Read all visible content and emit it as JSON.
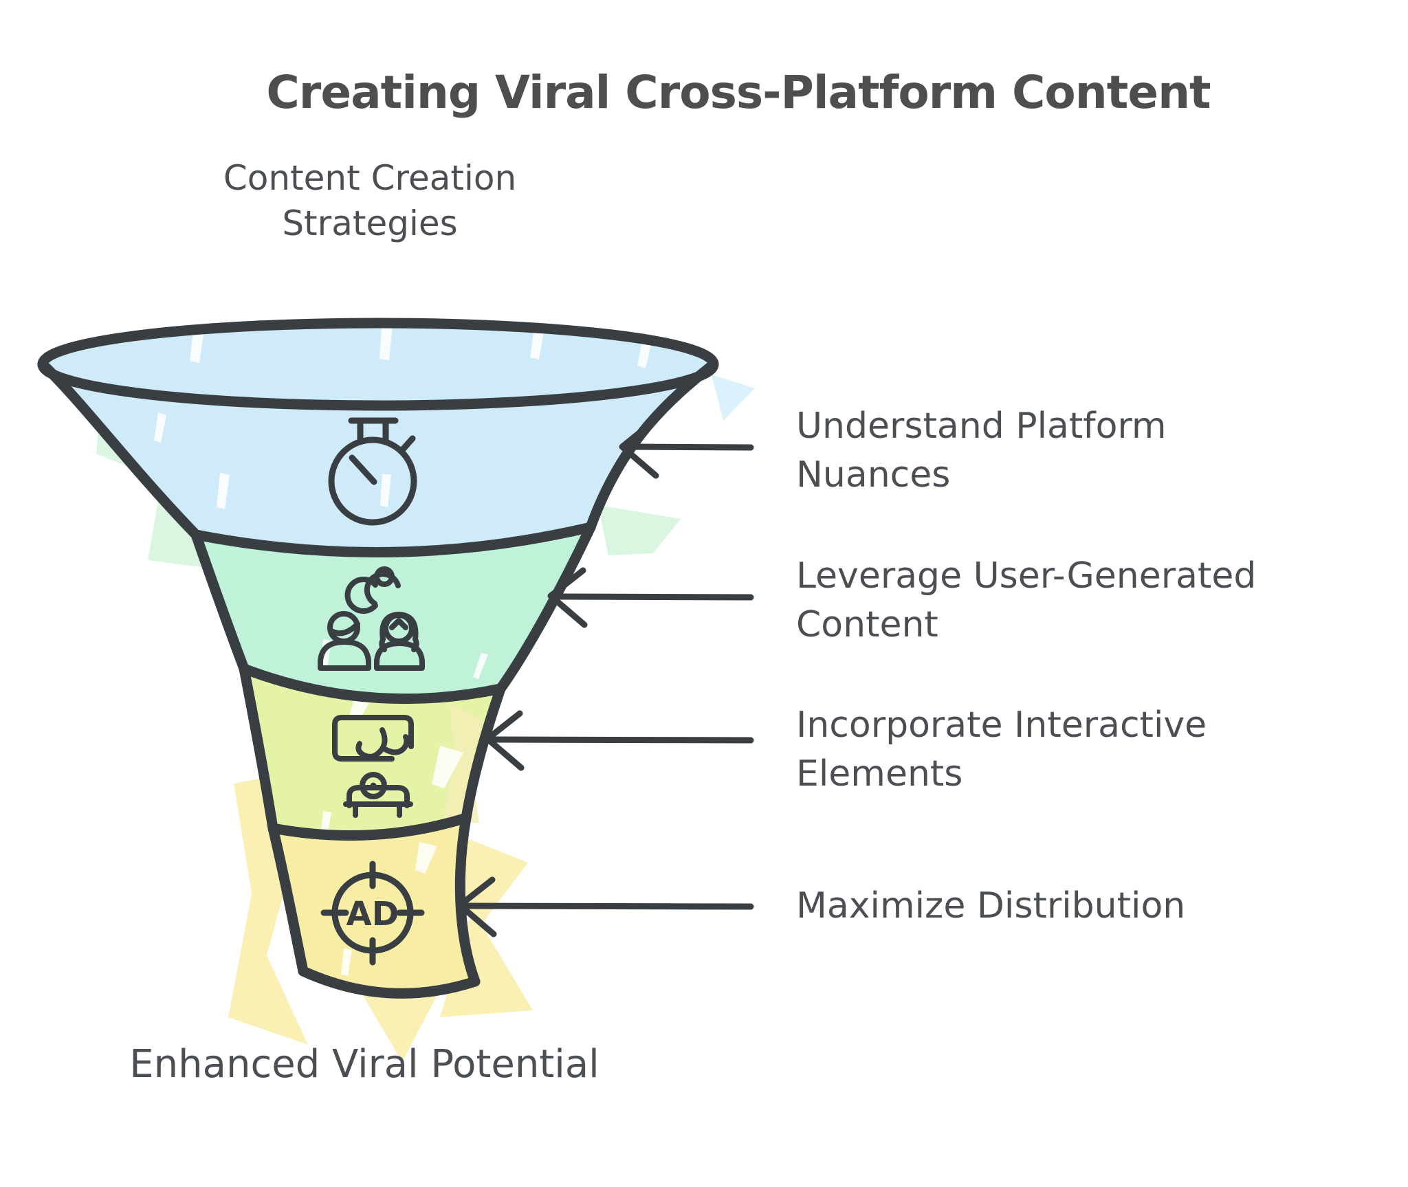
{
  "title": "Creating Viral Cross-Platform Content",
  "funnel": {
    "input_label_line1": "Content Creation",
    "input_label_line2": "Strategies",
    "output_label": "Enhanced Viral Potential",
    "stages": [
      {
        "name": "Understand Platform Nuances",
        "line1": "Understand Platform",
        "line2": "Nuances",
        "color": "#cfeaf8",
        "icon": "stopwatch-icon"
      },
      {
        "name": "Leverage User-Generated Content",
        "line1": "Leverage User-Generated",
        "line2": "Content",
        "color": "#bff2d9",
        "icon": "user-generated-content-icon"
      },
      {
        "name": "Incorporate Interactive Elements",
        "line1": "Incorporate Interactive",
        "line2": "Elements",
        "color": "#e4f3a6",
        "icon": "interactive-elements-icon"
      },
      {
        "name": "Maximize Distribution",
        "line1": "Maximize Distribution",
        "line2": "",
        "color": "#f8eda4",
        "icon": "ad-target-icon",
        "icon_label": "AD"
      }
    ]
  },
  "colors": {
    "outline": "#393e42",
    "text": "#4b4f54",
    "title": "#4e4e4e",
    "glow_green": "#daf6e1",
    "glow_yellow": "#fbf0b4",
    "glow_blue": "#dbf1fb",
    "glow_lime": "#f3edb6",
    "speck": "#ffffff"
  }
}
